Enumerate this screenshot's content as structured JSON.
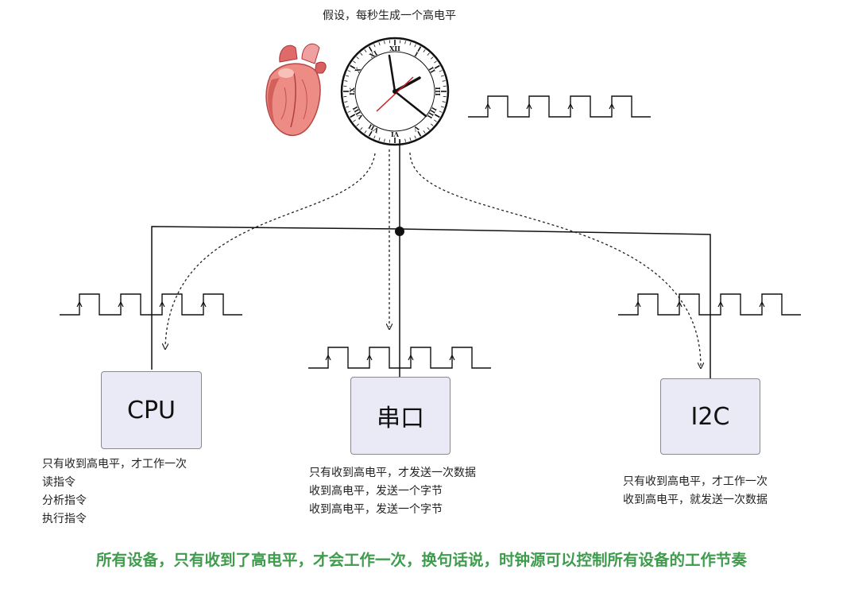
{
  "top_note": "假设，每秒生成一个高电平",
  "devices": {
    "cpu": {
      "label": "CPU",
      "notes": [
        "只有收到高电平，才工作一次",
        "读指令",
        "分析指令",
        "执行指令"
      ]
    },
    "serial": {
      "label": "串口",
      "notes": [
        "只有收到高电平，才发送一次数据",
        "收到高电平，发送一个字节",
        "收到高电平，发送一个字节"
      ]
    },
    "i2c": {
      "label": "I2C",
      "notes": [
        "只有收到高电平，才工作一次",
        "收到高电平，就发送一次数据"
      ]
    }
  },
  "clock_face": {
    "numerals": [
      "XII",
      "I",
      "II",
      "III",
      "IIII",
      "V",
      "VI",
      "VII",
      "VIII",
      "IX",
      "X",
      "XI"
    ],
    "second_hand_color": "#d21f26"
  },
  "heart_icon": "anatomical-heart-icon",
  "conclusion": "所有设备，只有收到了高电平，才会工作一次，换句话说，时钟源可以控制所有设备的工作节奏"
}
